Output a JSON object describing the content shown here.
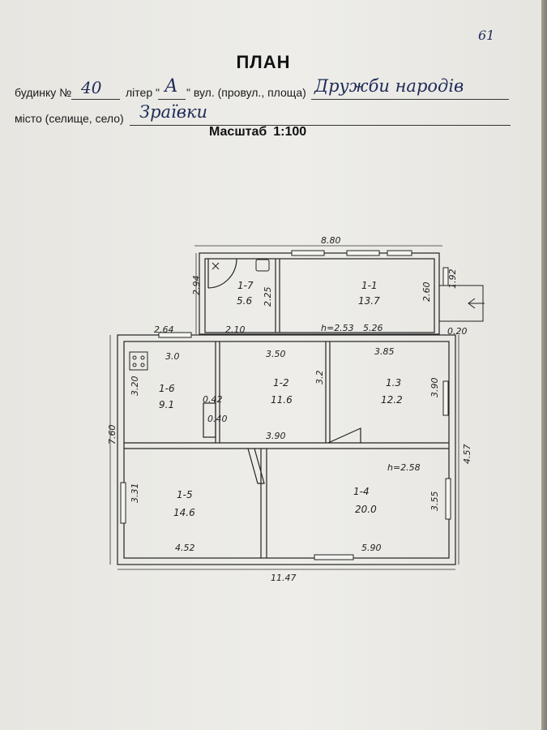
{
  "page_number": "61",
  "title": "ПЛАН",
  "header": {
    "house_label": "будинку №",
    "house_number": "40",
    "letter_label": "літер \"",
    "letter_value": "А",
    "street_label": "\" вул. (провул., площа)",
    "street_value": "Дружби народів",
    "city_label": "місто (селище, село)",
    "city_value": "Зраївки"
  },
  "scale": {
    "label": "Масштаб",
    "value": "1:100"
  },
  "rooms": [
    {
      "id": "room-1-1",
      "number": "1-1",
      "area": "13.7"
    },
    {
      "id": "room-1-7",
      "number": "1-7",
      "area": "5.6"
    },
    {
      "id": "room-1-6",
      "number": "1-6",
      "area": "9.1"
    },
    {
      "id": "room-1-2",
      "number": "1-2",
      "area": "11.6"
    },
    {
      "id": "room-1-3",
      "number": "1.3",
      "area": "12.2"
    },
    {
      "id": "room-1-5",
      "number": "1-5",
      "area": "14.6"
    },
    {
      "id": "room-1-4",
      "number": "1-4",
      "area": "20.0"
    }
  ],
  "dimensions": {
    "top_total": "8.80",
    "left_upper": "2.94",
    "corridor_height": "2.25",
    "right_upper": "2.60",
    "right_step": "1.92",
    "step_width": "0.20",
    "top_left": "2.64",
    "mid_width": "2.10",
    "height_1": "h=2.53",
    "width_1_1": "5.26",
    "room16_width": "3.0",
    "room12_width": "3.50",
    "room13_width": "3.85",
    "room16_height": "3.20",
    "room12_height": "3.2",
    "room13_height": "3.90",
    "small_1": "0.42",
    "small_2": "0.40",
    "room12_bottom": "3.90",
    "left_total": "7.60",
    "right_lower": "4.57",
    "height_2": "h=2.58",
    "room15_height": "3.31",
    "room14_height": "3.55",
    "room15_width": "4.52",
    "room14_width": "5.90",
    "bottom_total": "11.47"
  }
}
